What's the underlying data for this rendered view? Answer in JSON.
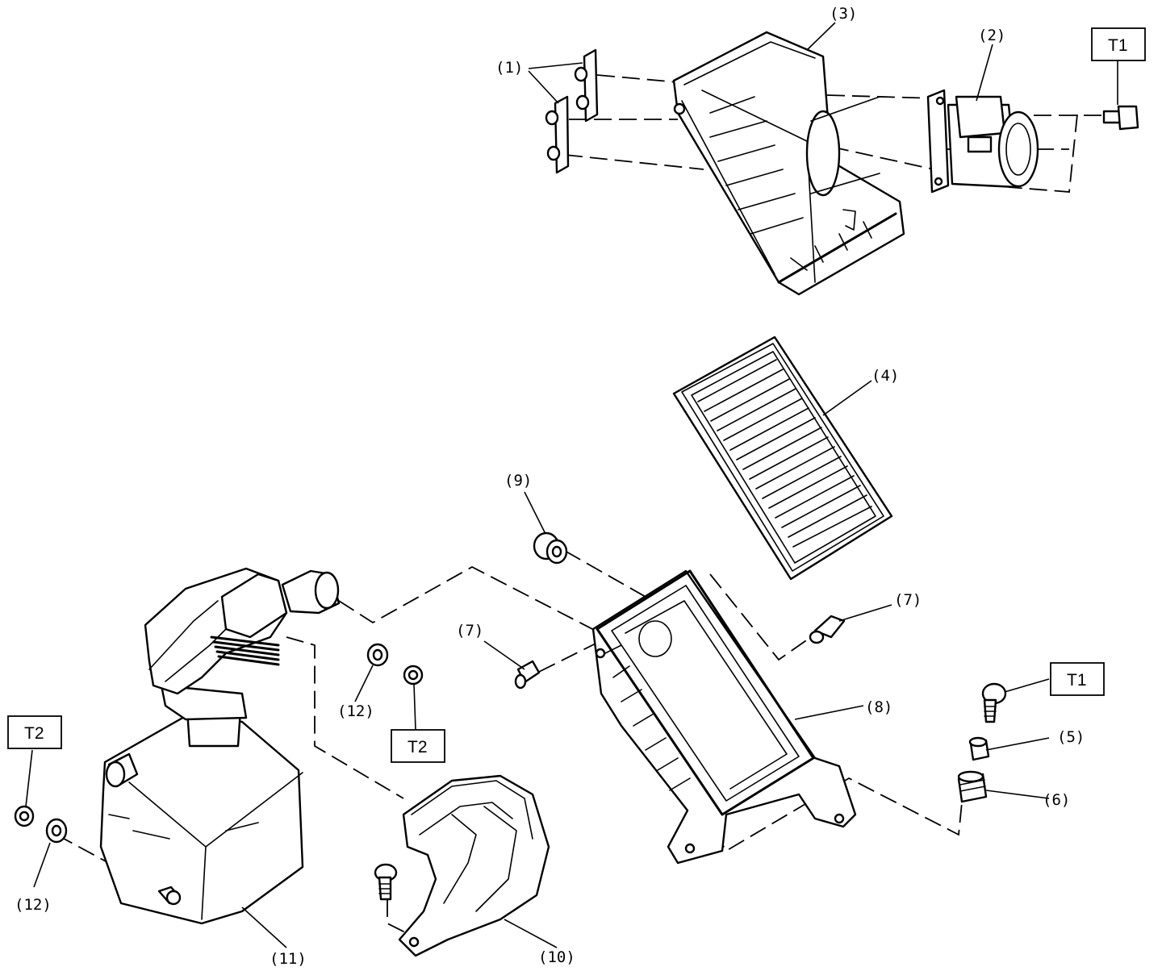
{
  "callouts": {
    "c1": "(1)",
    "c2": "(2)",
    "c3": "(3)",
    "c4": "(4)",
    "c5": "(5)",
    "c6": "(6)",
    "c7a": "(7)",
    "c7b": "(7)",
    "c8": "(8)",
    "c9": "(9)",
    "c10": "(10)",
    "c11": "(11)",
    "c12a": "(12)",
    "c12b": "(12)"
  },
  "torque_boxes": {
    "t1_top": "T1",
    "t1_right": "T1",
    "t2_center": "T2",
    "t2_left": "T2"
  }
}
